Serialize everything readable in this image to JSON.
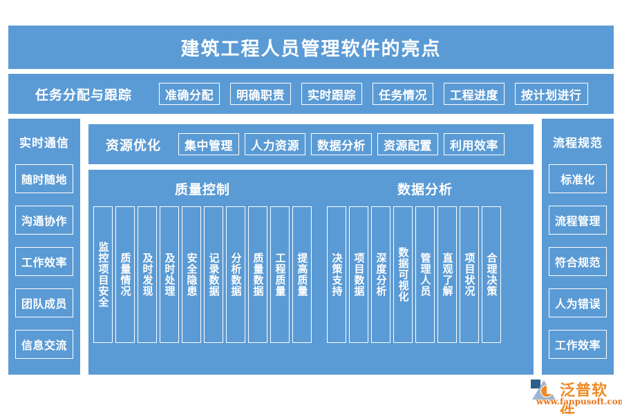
{
  "theme": {
    "panel_blue": "#5b9bd5",
    "background": "#ffffff",
    "text_on_panel": "#ffffff",
    "logo_orange": "#f08a24"
  },
  "title": {
    "text": "建筑工程人员管理软件的亮点"
  },
  "task_row": {
    "label": "任务分配与跟踪",
    "items": [
      "准确分配",
      "明确职责",
      "实时跟踪",
      "任务情况",
      "工程进度",
      "按计划进行"
    ]
  },
  "left_column": {
    "title": "实时通信",
    "items": [
      "随时随地",
      "沟通协作",
      "工作效率",
      "团队成员",
      "信息交流"
    ]
  },
  "right_column": {
    "title": "流程规范",
    "items": [
      "标准化",
      "流程管理",
      "符合规范",
      "人为错误",
      "工作效率"
    ]
  },
  "resource_row": {
    "label": "资源优化",
    "items": [
      "集中管理",
      "人力资源",
      "数据分析",
      "资源配置",
      "利用效率"
    ]
  },
  "main_panel": {
    "sections": [
      {
        "title": "质量控制",
        "items": [
          "监控项目安全",
          "质量情况",
          "及时发现",
          "及时处理",
          "安全隐患",
          "记录数据",
          "分析数据",
          "质量数据",
          "工程质量",
          "提高质量"
        ]
      },
      {
        "title": "数据分析",
        "items": [
          "决策支持",
          "项目数据",
          "深度分析",
          "数据可视化",
          "管理人员",
          "直观了解",
          "项目状况",
          "合理决策"
        ]
      }
    ]
  },
  "logo": {
    "name": "泛普软件",
    "url": "www.fanpusoft.com"
  }
}
